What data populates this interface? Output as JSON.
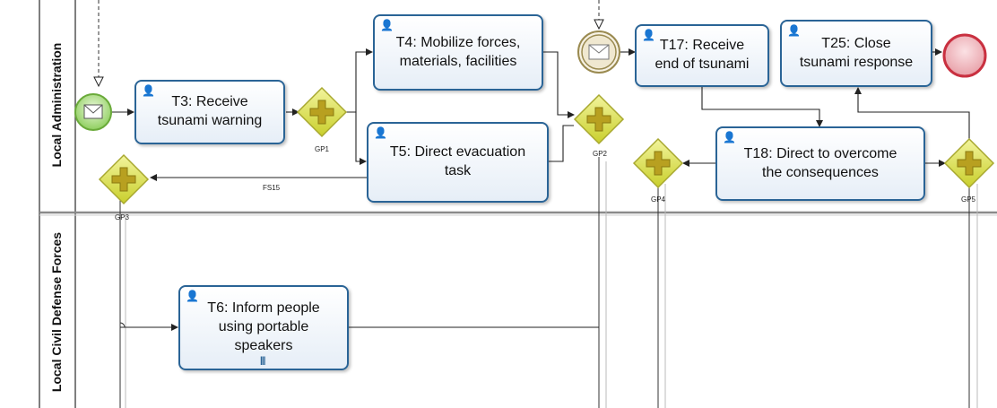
{
  "lanes": [
    {
      "label": "Local Administration"
    },
    {
      "label": "Local Civil Defense Forces"
    }
  ],
  "tasks": {
    "t3": "T3: Receive\ntsunami warning",
    "t4": "T4: Mobilize forces,\nmaterials, facilities",
    "t5": "T5: Direct evacuation\ntask",
    "t17": "T17: Receive\nend of tsunami",
    "t25": "T25: Close\ntsunami response",
    "t18": "T18: Direct to overcome\nthe consequences",
    "t6": "T6: Inform people\nusing portable\nspeakers"
  },
  "gateways": {
    "gp1": "GP1",
    "gp2": "GP2",
    "gp3": "GP3",
    "gp4": "GP4",
    "gp5": "GP5"
  },
  "flows": {
    "fs15": "FS15"
  },
  "icons": {
    "task": "user-task-icon",
    "start": "message-start-event-icon",
    "intermediate": "message-intermediate-event-icon",
    "end": "end-event-icon",
    "gateway": "parallel-gateway-icon",
    "multi": "multi-instance-marker-icon"
  },
  "colors": {
    "task_border": "#2a6496",
    "start_event": "#8fcf5f",
    "end_event": "#c93040",
    "gateway_fill": "#d8dc3c",
    "intermediate_event": "#a89050"
  }
}
